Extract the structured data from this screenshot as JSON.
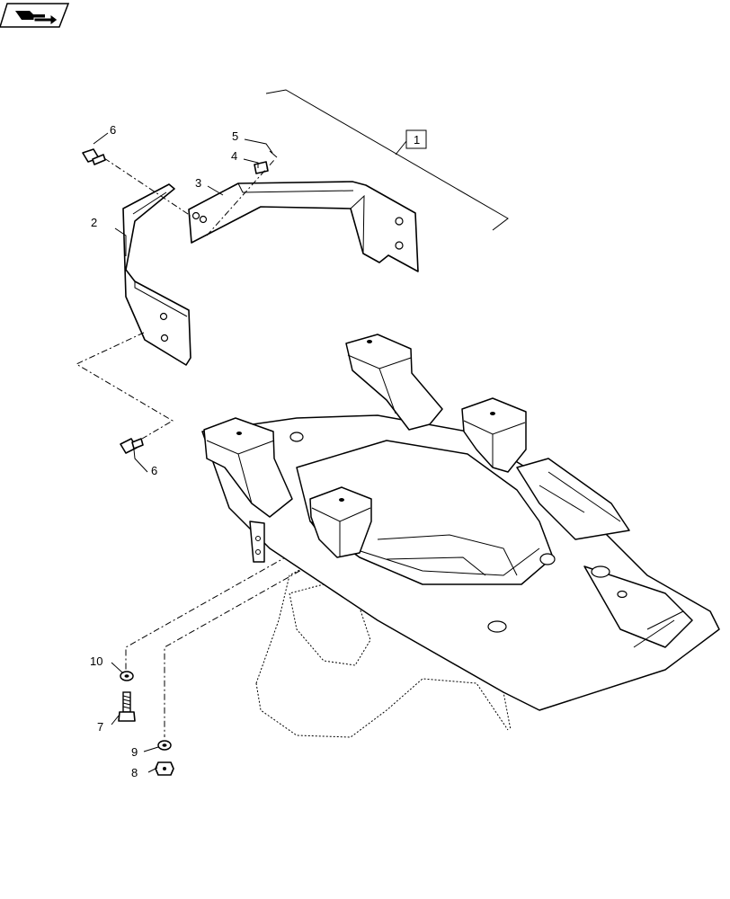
{
  "nav_badge": {
    "icon": "book-arrow-icon"
  },
  "callouts": {
    "c1": "1",
    "c2": "2",
    "c3": "3",
    "c4": "4",
    "c5": "5",
    "c6a": "6",
    "c6b": "6",
    "c7": "7",
    "c8": "8",
    "c9": "9",
    "c10": "10"
  }
}
